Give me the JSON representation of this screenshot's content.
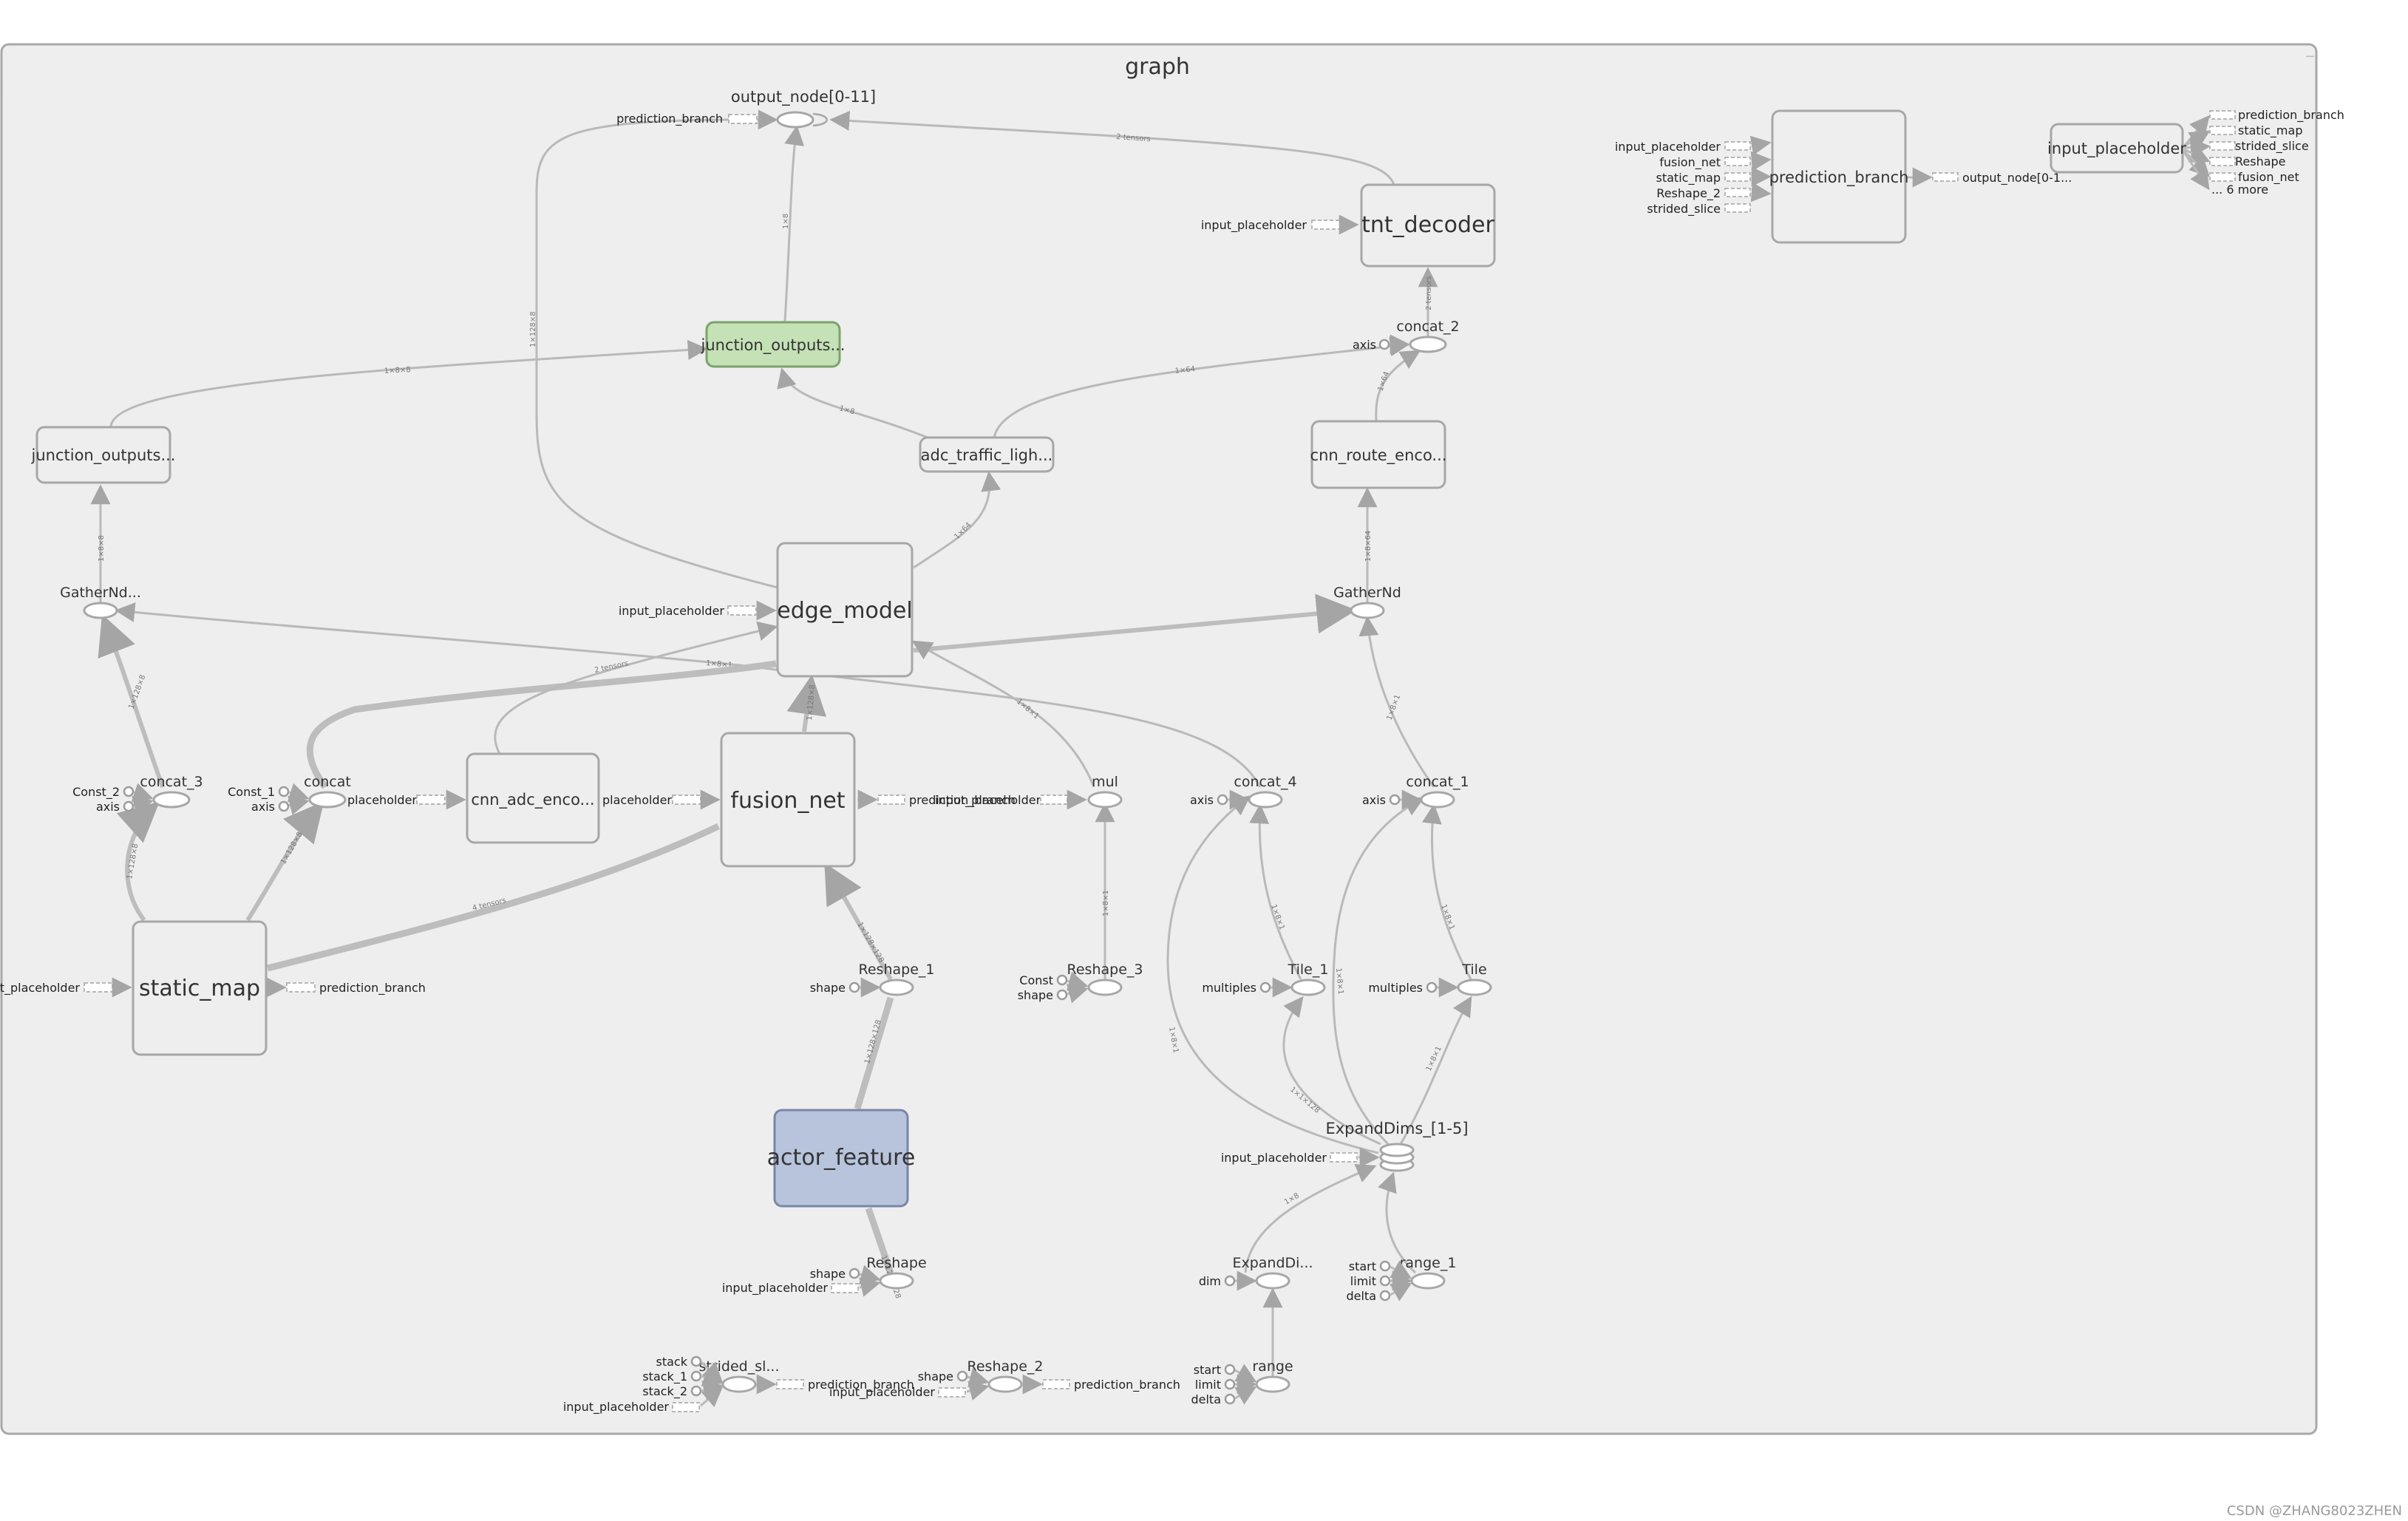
{
  "graph": {
    "title": "graph",
    "watermark": "CSDN @ZHANG8023ZHEN",
    "colors": {
      "frame": "#eeeeee",
      "border": "#a7a7a7",
      "edge": "#b9b9b9",
      "junction_fill": "#c5e1b6",
      "junction_border": "#7aa36a",
      "actor_fill": "#b8c3dc",
      "actor_border": "#7a86a6"
    },
    "nodes": {
      "output_node": "output_node[0-11]",
      "tnt_decoder": "tnt_decoder",
      "concat_2": "concat_2",
      "junction_outputs_green": "junction_outputs...",
      "junction_outputs_left": "junction_outputs...",
      "adc_traffic": "adc_traffic_ligh...",
      "cnn_route": "cnn_route_enco...",
      "edge_model": "edge_model",
      "gather_nd_left": "GatherNd...",
      "gather_nd_right": "GatherNd",
      "concat_3": "concat_3",
      "concat": "concat",
      "cnn_adc": "cnn_adc_enco...",
      "fusion_net": "fusion_net",
      "mul": "mul",
      "concat_4": "concat_4",
      "concat_1": "concat_1",
      "static_map": "static_map",
      "reshape_1": "Reshape_1",
      "reshape_3": "Reshape_3",
      "tile_1": "Tile_1",
      "tile": "Tile",
      "actor_feature": "actor_feature",
      "expand_dims_main": "ExpandDims_[1-5]",
      "expand_dims_small": "ExpandDi...",
      "range_1": "range_1",
      "reshape": "Reshape",
      "strided_sl": "strided_sl...",
      "reshape_2": "Reshape_2",
      "range": "range",
      "prediction_branch": "prediction_branch",
      "input_placeholder": "input_placeholder"
    },
    "labels": {
      "prediction_branch": "prediction_branch",
      "input_placeholder": "input_placeholder",
      "placeholder": "placeholder",
      "axis": "axis",
      "const_2": "Const_2",
      "const_1": "Const_1",
      "const": "Const",
      "shape": "shape",
      "multiples": "multiples",
      "dim": "dim",
      "start": "start",
      "limit": "limit",
      "delta": "delta",
      "stack": "stack",
      "stack_1": "stack_1",
      "stack_2": "stack_2",
      "fusion_net": "fusion_net",
      "static_map": "static_map",
      "reshape_2": "Reshape_2",
      "strided_slice": "strided_slice",
      "output_node_trunc": "output_node[0-1...",
      "input_placeholder_trunc": "input_placeholder",
      "prediction_branch_overlap": "prediction_branch",
      "input_placeholder_overlap": "input_placeholder",
      "reshape": "Reshape",
      "more": "... 6 more"
    },
    "edge_labels": {
      "e_1x8": "1×8",
      "e_1x8x8": "1×8×8",
      "e_1x128x8": "1×128×8",
      "e_1x64": "1×64",
      "e_1x8x64": "1×8×64",
      "e_2tensors": "2 tensors",
      "e_4tensors": "4 tensors",
      "e_1x8x1": "1×8×1",
      "e_1x128x128": "1×128×128",
      "e_1x1x128": "1×1×128"
    }
  }
}
